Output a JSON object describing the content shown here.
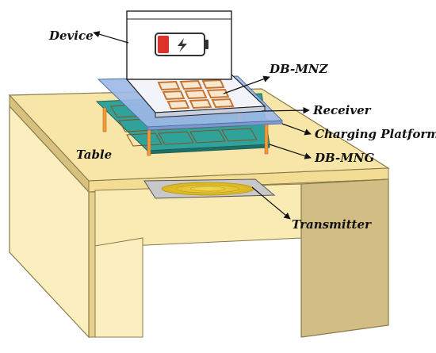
{
  "labels": {
    "device": "Device",
    "db_mnz": "DB-MNZ",
    "receiver": "Receiver",
    "charging_platform": "Charging Platform",
    "table": "Table",
    "db_mng": "DB-MNG",
    "transmitter": "Transmitter"
  },
  "colors": {
    "table_top": "#F7E6A8",
    "table_front": "#FBEFC0",
    "table_leg_side": "#C9B27A",
    "table_edge": "#8A7A4A",
    "mnz_board": "#9DB8E8",
    "mng_board": "#2FA39A",
    "pillar": "#F39A3A",
    "coil": "#E8C82A",
    "transmitter_plate": "#C8C8C8",
    "battery_red": "#E0302A",
    "unit_cell": "#C8742E"
  },
  "icons": {
    "battery": "battery-low-charging-icon"
  }
}
